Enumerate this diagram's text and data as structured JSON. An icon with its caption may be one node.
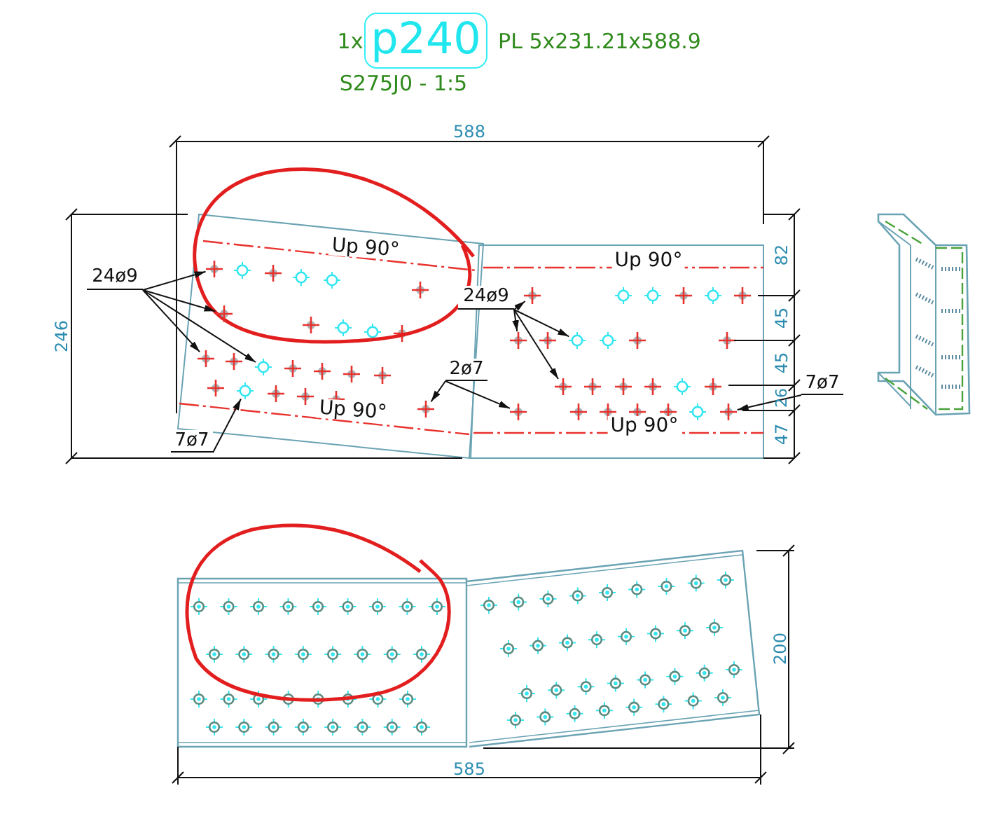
{
  "diagram": {
    "nodes": [
      {
        "text": [
          "p240"
        ],
        "beside": [
          "1x",
          "PL 5x231.21x588.9",
          "S275J0 - 1:5"
        ]
      },
      {
        "text": [
          "24ø9"
        ]
      },
      {
        "text": [
          "7ø7"
        ]
      },
      {
        "text": [
          "2ø7"
        ]
      },
      {
        "text": [
          "24ø9"
        ]
      },
      {
        "text": [
          "7ø7"
        ]
      },
      {
        "text": [],
        "shape": "circle"
      },
      {
        "text": [],
        "shape": "circle"
      },
      {
        "text": [],
        "shape": "circle"
      },
      {
        "text": [],
        "shape": "circle"
      },
      {
        "text": [],
        "shape": "circle"
      },
      {
        "text": [],
        "shape": "circle"
      },
      {
        "text": [],
        "shape": "circle"
      },
      {
        "text": [],
        "shape": "circle"
      },
      {
        "text": [],
        "shape": "circle"
      },
      {
        "text": [],
        "shape": "circle"
      },
      {
        "text": [],
        "shape": "circle"
      },
      {
        "text": [],
        "shape": "circle"
      }
    ],
    "edges": [
      {
        "from": 1,
        "to": 6,
        "arrow": "to"
      },
      {
        "from": 1,
        "to": 7,
        "arrow": "to"
      },
      {
        "from": 1,
        "to": 8,
        "arrow": "to"
      },
      {
        "from": 1,
        "to": 9,
        "arrow": "to"
      },
      {
        "from": 2,
        "to": 10,
        "arrow": "to"
      },
      {
        "from": 3,
        "to": 11,
        "arrow": "to"
      },
      {
        "from": 3,
        "to": 12,
        "arrow": "to"
      },
      {
        "from": 4,
        "to": 13,
        "arrow": "to"
      },
      {
        "from": 4,
        "to": 14,
        "arrow": "to"
      },
      {
        "from": 4,
        "to": 15,
        "arrow": "to"
      },
      {
        "from": 4,
        "to": 16,
        "arrow": "to"
      },
      {
        "from": 5,
        "to": 17,
        "arrow": "to"
      }
    ],
    "labels": [
      "588",
      "246",
      "Up 90°",
      "Up 90°",
      "Up 90°",
      "Up 90°",
      "82",
      "45",
      "45",
      "26",
      "47",
      "200",
      "585"
    ]
  }
}
